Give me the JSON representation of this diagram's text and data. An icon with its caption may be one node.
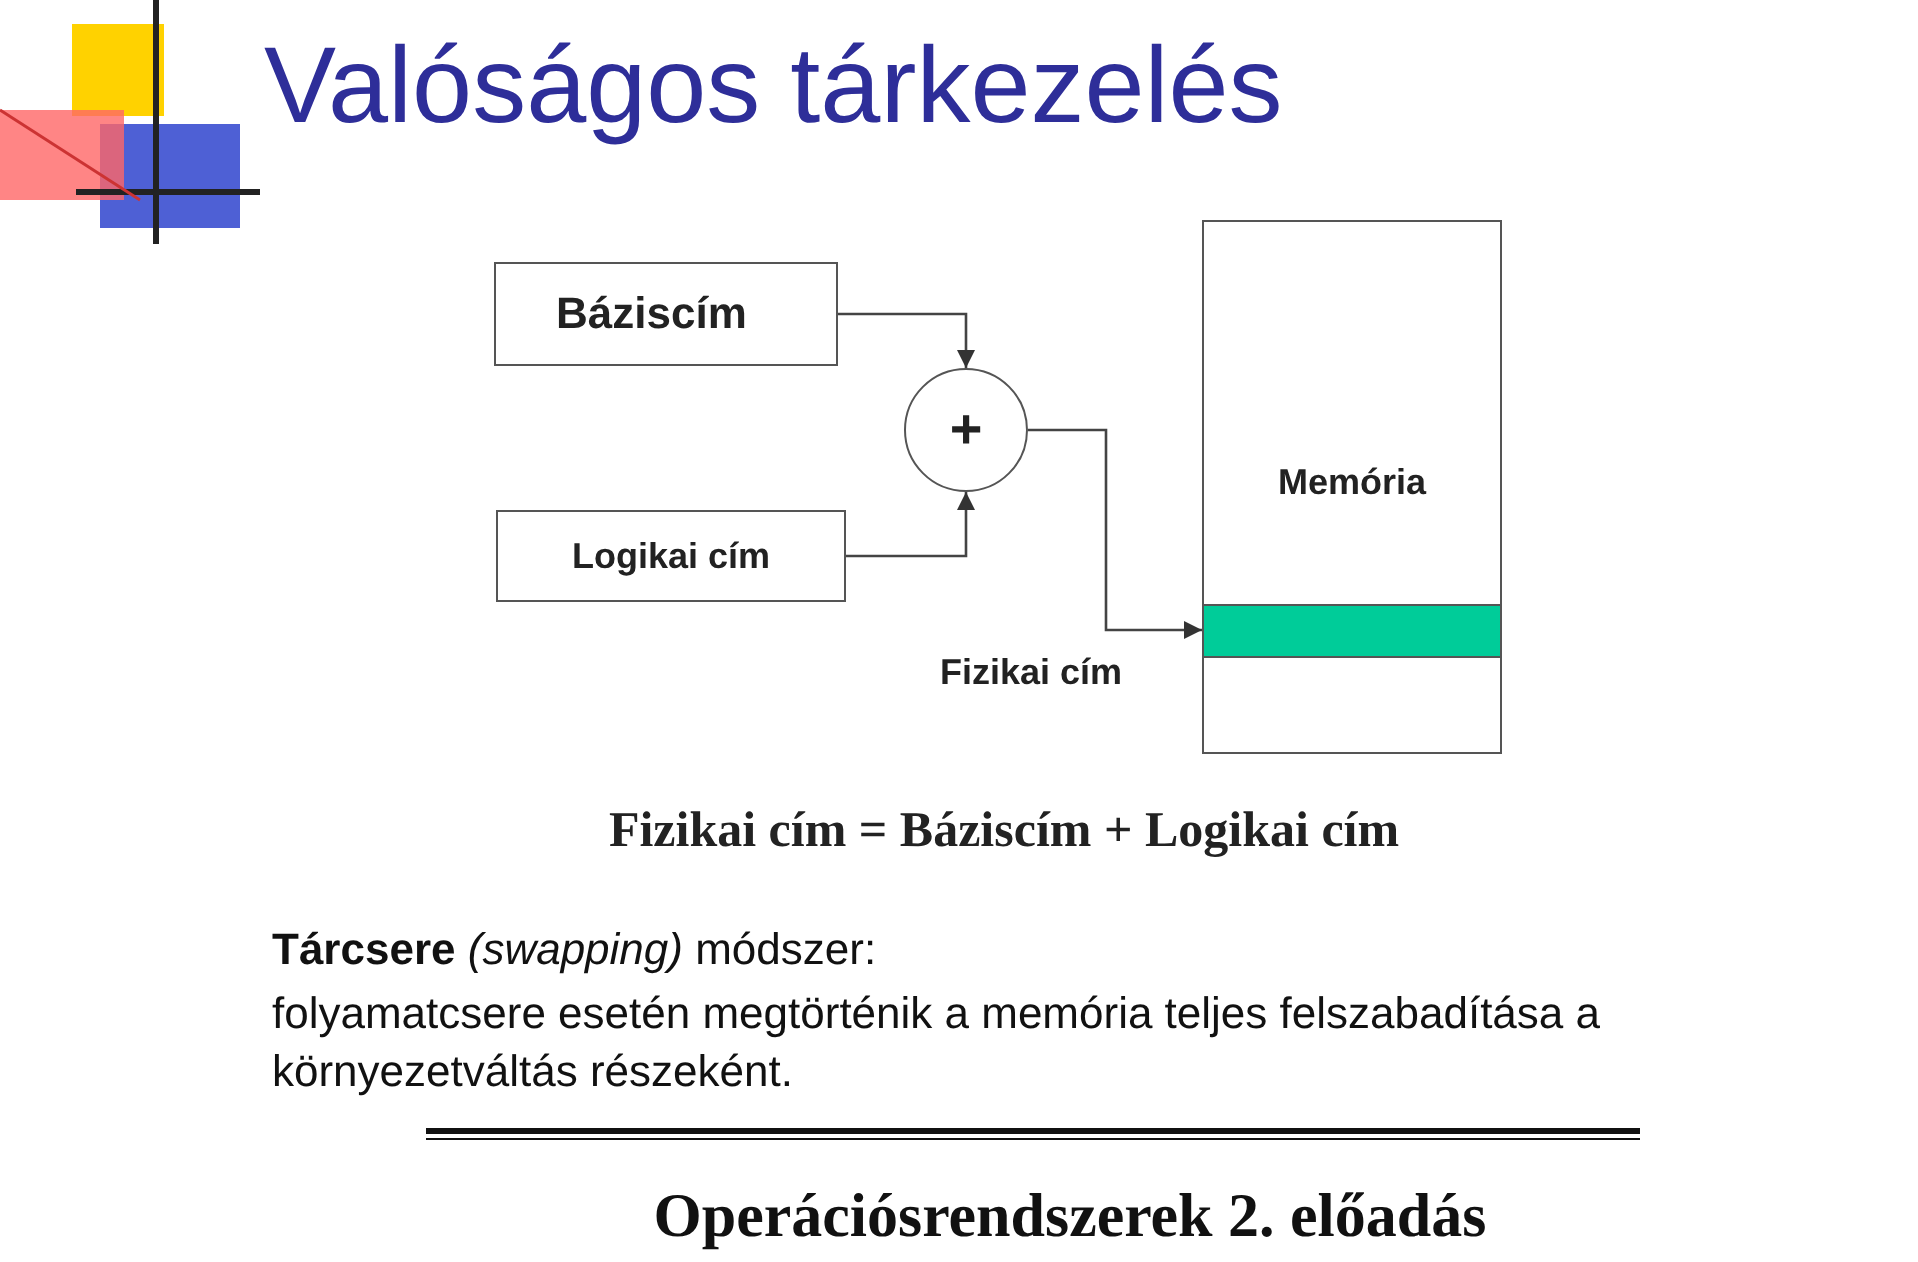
{
  "diagram": {
    "title": "Valóságos tárkezelés",
    "caption": "Operációsrendszerek 2. előadás",
    "nodes": [
      {
        "text": [
          "Báziscím"
        ]
      },
      {
        "text": [
          "+"
        ]
      },
      {
        "text": [
          "Logikai cím"
        ]
      },
      {
        "text": [
          "Memória"
        ]
      },
      {
        "text": [],
        "shape": "bar",
        "in": 3
      }
    ],
    "edges": [
      {
        "from": 0,
        "to": 1,
        "arrow": "to"
      },
      {
        "from": 2,
        "to": 1,
        "arrow": "to"
      },
      {
        "from": 1,
        "to": 4,
        "arrow": "to",
        "label": "Fizikai cím"
      }
    ],
    "labels": [
      "Fizikai cím = Báziscím + Logikai cím",
      "**Tárcsere** *(swapping)* módszer:",
      "folyamatcsere esetén megtörténik a memória teljes felszabadítása a környezetváltás részeként."
    ]
  }
}
